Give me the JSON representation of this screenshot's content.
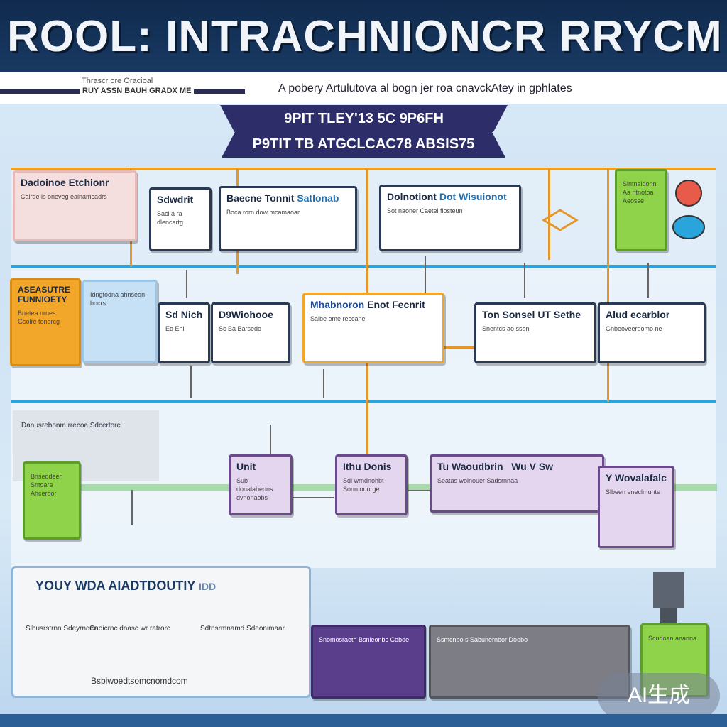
{
  "header": {
    "title": "ROOL: INTRACHNIONCR RRYCM",
    "sub_left_1": "Thrascr ore Oracioal",
    "sub_left_2": "RUY ASSN BAUH GRADX ME",
    "tagline": "A pobery  Artulutova al bogn jer roa cnavckAtey in gphlates"
  },
  "ribbons": {
    "line1": "9PIT TLEY'13 5C 9P6FH",
    "line2": "P9TIT TB ATGCLCAC78 ABSIS75"
  },
  "row1": {
    "b1": {
      "h": "Dadoinoe Etchionr",
      "t": "Calrde is oneveg ealnamcadrs"
    },
    "b2": {
      "h": "Sdwdrit",
      "t": "Saci a ra dlencartg"
    },
    "b3": {
      "h": "Baecne Tonnit",
      "h2": "Satlonab",
      "t": "Boca rorn dow mcamaoar"
    },
    "b4": {
      "h": "Dolnotiont",
      "h2": "Dot Wisuionot",
      "t": "Sot naoner Caetel fiosteun"
    },
    "green": {
      "t": "Sintnaidonn Aa ntnotoa Aeosse"
    }
  },
  "row2": {
    "orange": {
      "h": "ASEASUTRE FUNNIOETY",
      "t": "Bnetea nrnes Gsolre tonorcg"
    },
    "lblue": {
      "t": "Idngfodna ahnseon bocrs"
    },
    "b1": {
      "h": "Sd Nicho",
      "t": "Eo Ehl"
    },
    "b2": {
      "h": "D9Wiohooe",
      "t": "Sc Ba Barsedo"
    },
    "b3": {
      "h": "Mhabnoron",
      "h2": "Enot Fecnrit",
      "t": "Salbe ome reccane"
    },
    "b4": {
      "h": "Ton Sonsel",
      "h2": "UT Sethe",
      "t": "Snentcs ao ssgn"
    },
    "b5": {
      "h": "Alud ecarblor",
      "t": "Gnbeoveerdomo ne"
    }
  },
  "row3": {
    "grey_panel": {
      "t": "Danusrebonm rrecoa Sdcertorc"
    },
    "green": {
      "t": "Bnseddeen Sntoare Ahceroor"
    },
    "v1": {
      "h": "Unit",
      "t": "Sub donalabeons dvnonaobs"
    },
    "v2": {
      "h": "Ithu Donis",
      "t": "Sdl wrndnohbt Sonn oonrge"
    },
    "v3": {
      "h": "Tu Waoudbrin",
      "h2": "Wu V Sw",
      "t": "Seatas wolnouer Sadsrnnaa"
    },
    "v4": {
      "h": "Y Wovalafalce",
      "t": "Slbeen eneclmunts"
    }
  },
  "bottom": {
    "title": "YOUY WDA AIADTDOUTIY",
    "title_suffix": "IDD",
    "col1": "Slbusrstrnn Sdeyrnder",
    "col2": "Caoicrnc dnasc wr ratrorc",
    "col3": "Sdtnsrmnamd Sdeonimaar",
    "foot": "Bsbiwoedtsomcnomdcom",
    "purple": {
      "t": "Snomosraeth Bsnleonbc Cobde"
    },
    "grey": {
      "t": "Ssmcnbo s Sabunernbor Doobo"
    },
    "green": {
      "t": "Scudoan ananna"
    },
    "gear": "gear-icon"
  },
  "watermark": "AI生成",
  "colors": {
    "navy": "#0f2a4d",
    "ribbon": "#2d2d6a",
    "cyan": "#29a5dc",
    "orange": "#f3a72a",
    "green": "#8fd34a",
    "violet": "#e5d6f0"
  }
}
